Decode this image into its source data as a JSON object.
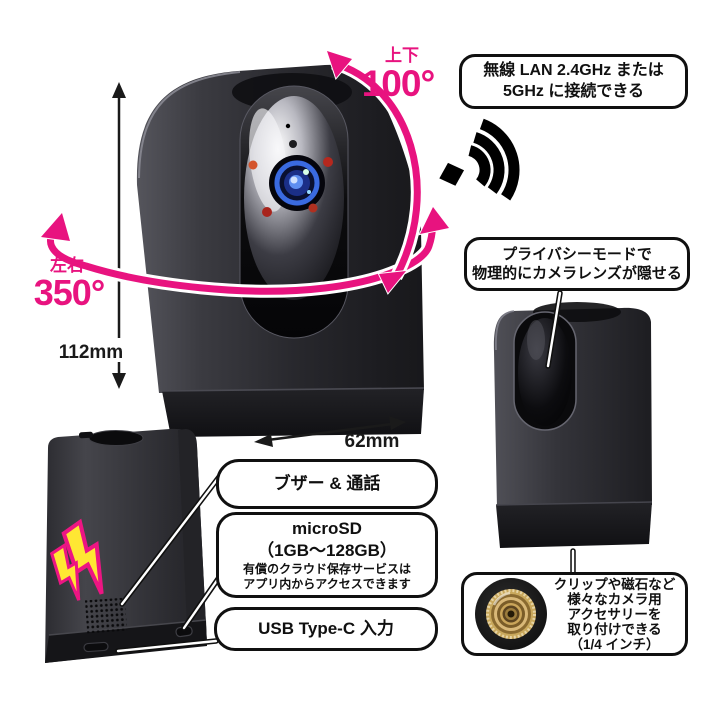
{
  "rotation": {
    "tilt_label": "上下",
    "tilt_value": "100°",
    "pan_label": "左右",
    "pan_value": "350°"
  },
  "dimensions": {
    "height": "112mm",
    "width": "62mm"
  },
  "callouts": {
    "wireless": [
      "無線 LAN 2.4GHz または",
      "5GHz に接続できる"
    ],
    "privacy": [
      "プライバシーモードで",
      "物理的にカメラレンズが隠せる"
    ],
    "buzzer": "ブザー & 通話",
    "microsd": {
      "title": "microSD",
      "capacity": "（1GB〜128GB）",
      "note": [
        "有償のクラウド保存サービスは",
        "アプリ内からアクセスできます"
      ]
    },
    "usb": "USB Type-C 入力",
    "mount": [
      "クリップや磁石など",
      "様々なカメラ用",
      "アクセサリーを",
      "取り付けできる",
      "（1/4 インチ）"
    ]
  },
  "icons": {
    "wifi": "wifi-signal-icon",
    "buzzer": "lightning-bolt-icon",
    "mount_photo": "tripod-screw-thread-photo"
  },
  "colors": {
    "accent_pink": "#e8137f",
    "bolt_yellow": "#ffe733",
    "ink": "#101010"
  }
}
